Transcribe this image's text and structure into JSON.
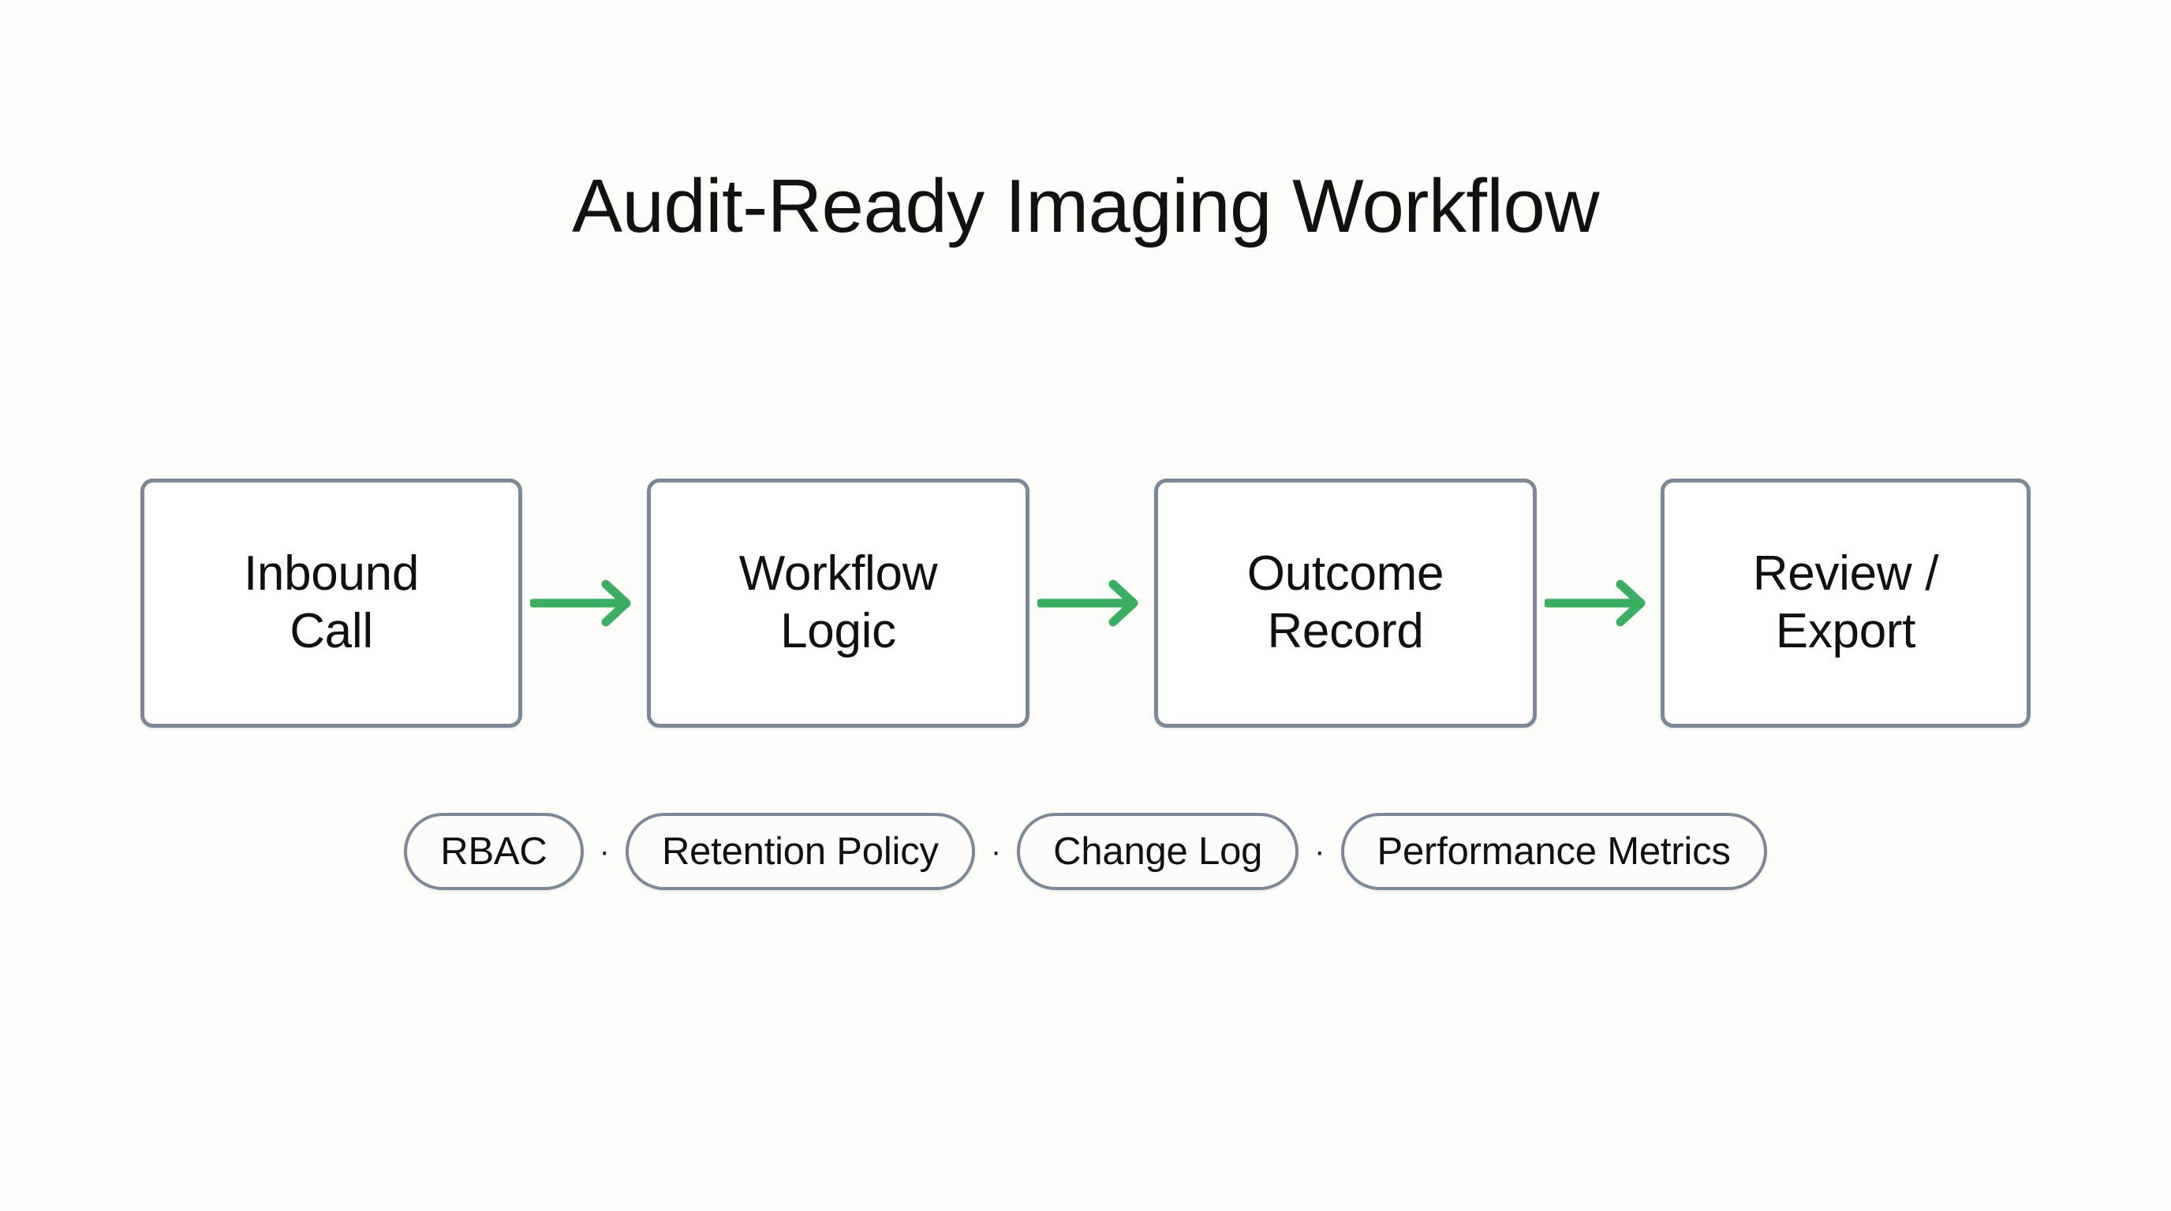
{
  "diagram": {
    "title": "Audit-Ready Imaging Workflow",
    "type": "flowchart",
    "background_color": "#fdfdfa",
    "node_border_color": "#7d8896",
    "node_fill_color": "#ffffff",
    "arrow_color": "#3aaf63",
    "text_color": "#101010",
    "nodes": [
      {
        "id": "node-0",
        "label": "Inbound\nCall"
      },
      {
        "id": "node-1",
        "label": "Workflow\nLogic"
      },
      {
        "id": "node-2",
        "label": "Outcome\nRecord"
      },
      {
        "id": "node-3",
        "label": "Review /\nExport"
      }
    ],
    "arrows": [
      {
        "id": "arrow-0",
        "from": "node-0",
        "to": "node-1",
        "style": "solid-right-arrow"
      },
      {
        "id": "arrow-1",
        "from": "node-1",
        "to": "node-2",
        "style": "solid-right-arrow"
      },
      {
        "id": "arrow-2",
        "from": "node-2",
        "to": "node-3",
        "style": "solid-right-arrow"
      }
    ],
    "tags": [
      {
        "id": "tag-0",
        "label": "RBAC"
      },
      {
        "id": "tag-1",
        "label": "Retention Policy"
      },
      {
        "id": "tag-2",
        "label": "Change Log"
      },
      {
        "id": "tag-3",
        "label": "Performance Metrics"
      }
    ],
    "tag_separator": "·"
  }
}
